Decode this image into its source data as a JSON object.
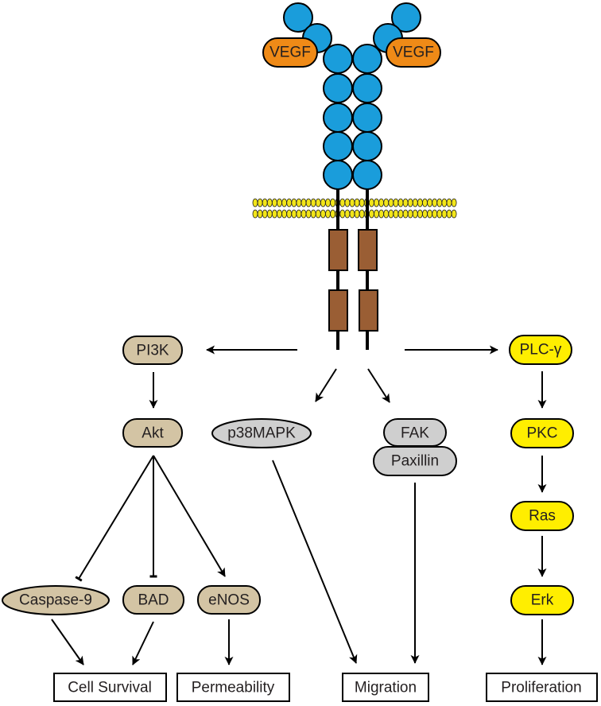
{
  "colors": {
    "domain_blue": "#1a9ddb",
    "ligand_orange": "#ef8a17",
    "membrane_yellow": "#f2e51a",
    "kinase_brown": "#9a5e34",
    "pi3k_path_tan": "#d3c4a4",
    "migration_path_gray": "#cfcfcf",
    "plc_path_yellow": "#ffee00"
  },
  "receptor": {
    "ligands": [
      {
        "label": "VEGF"
      },
      {
        "label": "VEGF"
      }
    ]
  },
  "nodes": {
    "pi3k": "PI3K",
    "akt": "Akt",
    "p38": "p38MAPK",
    "fak": "FAK",
    "paxillin": "Paxillin",
    "plc": "PLC-γ",
    "pkc": "PKC",
    "ras": "Ras",
    "erk": "Erk",
    "caspase9": "Caspase-9",
    "bad": "BAD",
    "enos": "eNOS"
  },
  "outcomes": {
    "survival": "Cell Survival",
    "permeability": "Permeability",
    "migration": "Migration",
    "proliferation": "Proliferation"
  },
  "edges": [
    {
      "from": "receptor",
      "to": "PI3K",
      "type": "activation"
    },
    {
      "from": "receptor",
      "to": "PLC-γ",
      "type": "activation"
    },
    {
      "from": "receptor",
      "to": "p38MAPK",
      "type": "activation"
    },
    {
      "from": "receptor",
      "to": "FAK",
      "type": "activation"
    },
    {
      "from": "PI3K",
      "to": "Akt",
      "type": "activation"
    },
    {
      "from": "Akt",
      "to": "Caspase-9",
      "type": "inhibition"
    },
    {
      "from": "Akt",
      "to": "BAD",
      "type": "inhibition"
    },
    {
      "from": "Akt",
      "to": "eNOS",
      "type": "activation"
    },
    {
      "from": "Caspase-9",
      "to": "Cell Survival",
      "type": "activation"
    },
    {
      "from": "BAD",
      "to": "Cell Survival",
      "type": "activation"
    },
    {
      "from": "eNOS",
      "to": "Permeability",
      "type": "activation"
    },
    {
      "from": "p38MAPK",
      "to": "Migration",
      "type": "activation"
    },
    {
      "from": "Paxillin",
      "to": "Migration",
      "type": "activation"
    },
    {
      "from": "PLC-γ",
      "to": "PKC",
      "type": "activation"
    },
    {
      "from": "PKC",
      "to": "Ras",
      "type": "activation"
    },
    {
      "from": "Ras",
      "to": "Erk",
      "type": "activation"
    },
    {
      "from": "Erk",
      "to": "Proliferation",
      "type": "activation"
    }
  ]
}
